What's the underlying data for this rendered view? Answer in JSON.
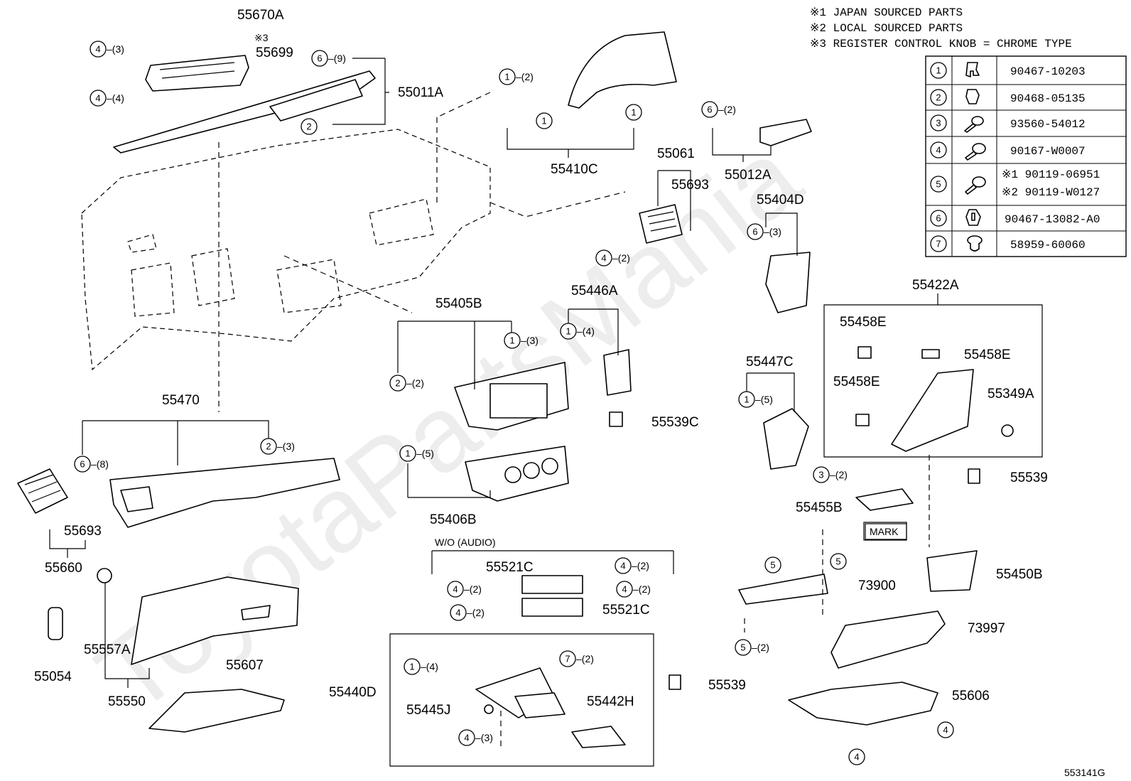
{
  "notes": [
    "※1  JAPAN  SOURCED  PARTS",
    "※2  LOCAL  SOURCED  PARTS",
    "※3  REGISTER CONTROL KNOB = CHROME TYPE"
  ],
  "fastener_table": [
    {
      "ref": "1",
      "part": "90467-10203",
      "icon": "clip-icon"
    },
    {
      "ref": "2",
      "part": "90468-05135",
      "icon": "clip-icon"
    },
    {
      "ref": "3",
      "part": "93560-54012",
      "icon": "screw-icon"
    },
    {
      "ref": "4",
      "part": "90167-W0007",
      "icon": "screw-icon"
    },
    {
      "ref": "5",
      "part_1": "※1 90119-06951",
      "part_2": "※2 90119-W0127",
      "icon": "screw-icon"
    },
    {
      "ref": "6",
      "part": "90467-13082-A0",
      "icon": "clip-icon"
    },
    {
      "ref": "7",
      "part": "58959-60060",
      "icon": "push-rivet-icon"
    }
  ],
  "part_labels": {
    "p55670A": "55670A",
    "p_note3": "※3",
    "p55699": "55699",
    "p55011A": "55011A",
    "p55410C": "55410C",
    "p55012A": "55012A",
    "p55061": "55061",
    "p55693a": "55693",
    "p55404D": "55404D",
    "p55405B": "55405B",
    "p55446A": "55446A",
    "p55539C": "55539C",
    "p55422A": "55422A",
    "p55458E_1": "55458E",
    "p55458E_2": "55458E",
    "p55458E_3": "55458E",
    "p55349A": "55349A",
    "p55447C": "55447C",
    "p55470": "55470",
    "p55406B": "55406B",
    "p55539_1": "55539",
    "p55455B": "55455B",
    "p_mark": "MARK",
    "p55693b": "55693",
    "p55660": "55660",
    "p_wo_audio": "W/O (AUDIO)",
    "p55521C_1": "55521C",
    "p55521C_2": "55521C",
    "p73900": "73900",
    "p55450B": "55450B",
    "p73997": "73997",
    "p55557A": "55557A",
    "p55054": "55054",
    "p55550": "55550",
    "p55607": "55607",
    "p55440D": "55440D",
    "p55445J": "55445J",
    "p55442H": "55442H",
    "p55539_2": "55539",
    "p55606": "55606",
    "diagram_id": "553141G"
  },
  "callouts": {
    "c1": {
      "ref": "4",
      "qty": "–(3)"
    },
    "c2": {
      "ref": "4",
      "qty": "–(4)"
    },
    "c3": {
      "ref": "6",
      "qty": "–(9)"
    },
    "c4": {
      "ref": "2",
      "qty": ""
    },
    "c5": {
      "ref": "1",
      "qty": "–(2)"
    },
    "c6": {
      "ref": "1",
      "qty": ""
    },
    "c7": {
      "ref": "1",
      "qty": ""
    },
    "c8": {
      "ref": "6",
      "qty": "–(2)"
    },
    "c9": {
      "ref": "4",
      "qty": "–(2)"
    },
    "c10": {
      "ref": "6",
      "qty": "–(3)"
    },
    "c11": {
      "ref": "1",
      "qty": "–(3)"
    },
    "c12": {
      "ref": "2",
      "qty": "–(2)"
    },
    "c13": {
      "ref": "1",
      "qty": "–(4)"
    },
    "c14": {
      "ref": "1",
      "qty": "–(5)"
    },
    "c15": {
      "ref": "1",
      "qty": "–(5)"
    },
    "c16": {
      "ref": "6",
      "qty": "–(8)"
    },
    "c17": {
      "ref": "2",
      "qty": "–(3)"
    },
    "c18": {
      "ref": "3",
      "qty": "–(2)"
    },
    "c19": {
      "ref": "4",
      "qty": "–(2)"
    },
    "c20": {
      "ref": "4",
      "qty": "–(2)"
    },
    "c21": {
      "ref": "4",
      "qty": "–(2)"
    },
    "c22": {
      "ref": "4",
      "qty": "–(2)"
    },
    "c23": {
      "ref": "5",
      "qty": ""
    },
    "c24": {
      "ref": "5",
      "qty": ""
    },
    "c25": {
      "ref": "5",
      "qty": "–(2)"
    },
    "c26": {
      "ref": "1",
      "qty": "–(4)"
    },
    "c27": {
      "ref": "7",
      "qty": "–(2)"
    },
    "c28": {
      "ref": "4",
      "qty": "–(3)"
    },
    "c29": {
      "ref": "4",
      "qty": ""
    },
    "c30": {
      "ref": "4",
      "qty": ""
    }
  },
  "watermark": "ToyotaPartsMania"
}
